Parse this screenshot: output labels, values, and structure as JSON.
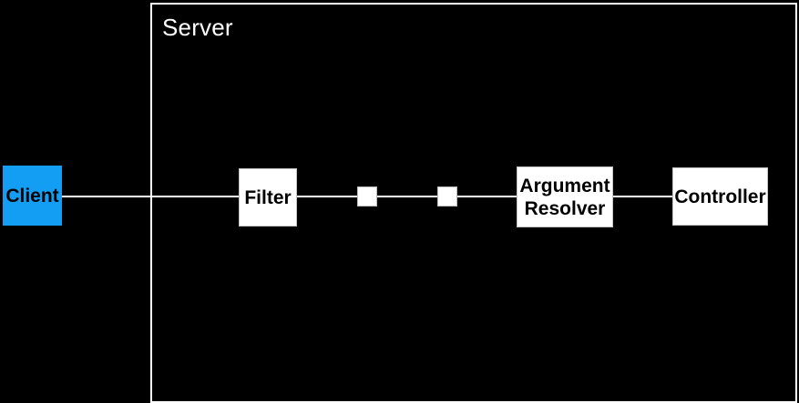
{
  "canvas": {
    "background_color": "#000000"
  },
  "server_group": {
    "label": "Server",
    "border_color": "#FFFFFF"
  },
  "connector": {
    "color": "#FFFFFF"
  },
  "nodes": {
    "client": {
      "label": "Client",
      "fill_color": "#149EF3",
      "text_color": "#000000"
    },
    "filter": {
      "label": "Filter",
      "fill_color": "#FFFFFF",
      "text_color": "#000000"
    },
    "relay_1": {
      "label": "",
      "fill_color": "#FFFFFF"
    },
    "relay_2": {
      "label": "",
      "fill_color": "#FFFFFF"
    },
    "argument_resolver": {
      "line1": "Argument",
      "line2": "Resolver",
      "fill_color": "#FFFFFF",
      "text_color": "#000000"
    },
    "controller": {
      "label": "Controller",
      "fill_color": "#FFFFFF",
      "text_color": "#000000"
    }
  }
}
